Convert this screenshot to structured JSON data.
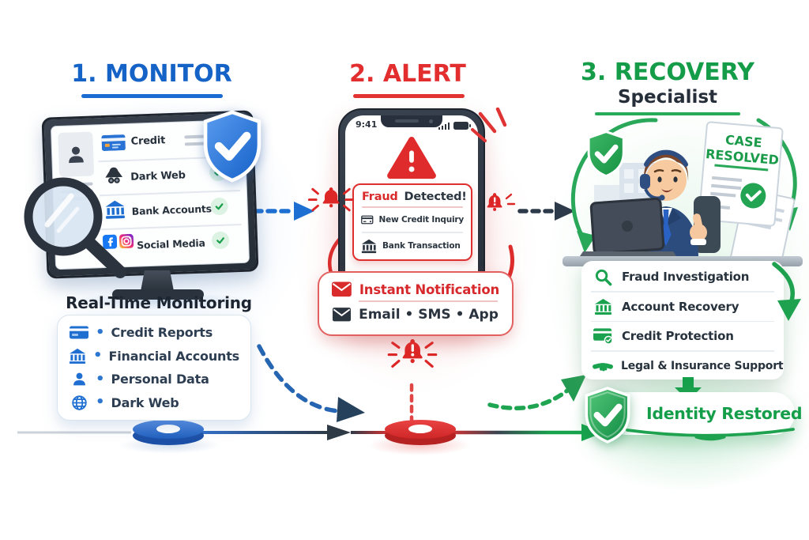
{
  "steps": {
    "monitor": {
      "title": "1. MONITOR"
    },
    "alert": {
      "title": "2. ALERT"
    },
    "recovery": {
      "title": "3. RECOVERY",
      "subtitle": "Specialist"
    }
  },
  "colors": {
    "blue": "#1b6fd0",
    "red": "#df2b2b",
    "green": "#17a04b",
    "dark": "#27313c"
  },
  "monitor_panel": {
    "rows": [
      {
        "icon": "credit-card-icon",
        "label": "Credit",
        "checked": false
      },
      {
        "icon": "dark-web-spy-icon",
        "label": "Dark Web",
        "checked": true
      },
      {
        "icon": "bank-icon",
        "label": "Bank Accounts",
        "checked": true
      },
      {
        "icon": "facebook-icon+instagram-icon",
        "label": "Social Media",
        "checked": true
      }
    ],
    "caption": "Real-Time Monitoring"
  },
  "monitoring_card": {
    "bullet": "•",
    "items": [
      {
        "icon": "credit-card-icon",
        "label": "Credit Reports"
      },
      {
        "icon": "bank-icon",
        "label": "Financial Accounts"
      },
      {
        "icon": "person-icon",
        "label": "Personal Data"
      },
      {
        "icon": "globe-icon",
        "label": "Dark Web"
      }
    ]
  },
  "phone": {
    "status_time": "9:41",
    "fraud_card": {
      "title_accent": "Fraud",
      "title_rest": "Detected!",
      "rows": [
        {
          "icon": "credit-card-icon",
          "label": "New Credit Inquiry"
        },
        {
          "icon": "bank-icon",
          "label": "Bank Transaction"
        }
      ]
    },
    "notification_card": {
      "title": "Instant Notification",
      "channels": "Email • SMS • App"
    }
  },
  "recovery_panel": {
    "case_doc": {
      "line1": "CASE",
      "line2": "RESOLVED"
    },
    "services": [
      {
        "icon": "magnifier-icon",
        "label": "Fraud Investigation"
      },
      {
        "icon": "bank-icon",
        "label": "Account Recovery"
      },
      {
        "icon": "credit-protection-icon",
        "label": "Credit Protection"
      },
      {
        "icon": "handshake-icon",
        "label": "Legal & Insurance Support"
      }
    ],
    "result": "Identity Restored"
  }
}
